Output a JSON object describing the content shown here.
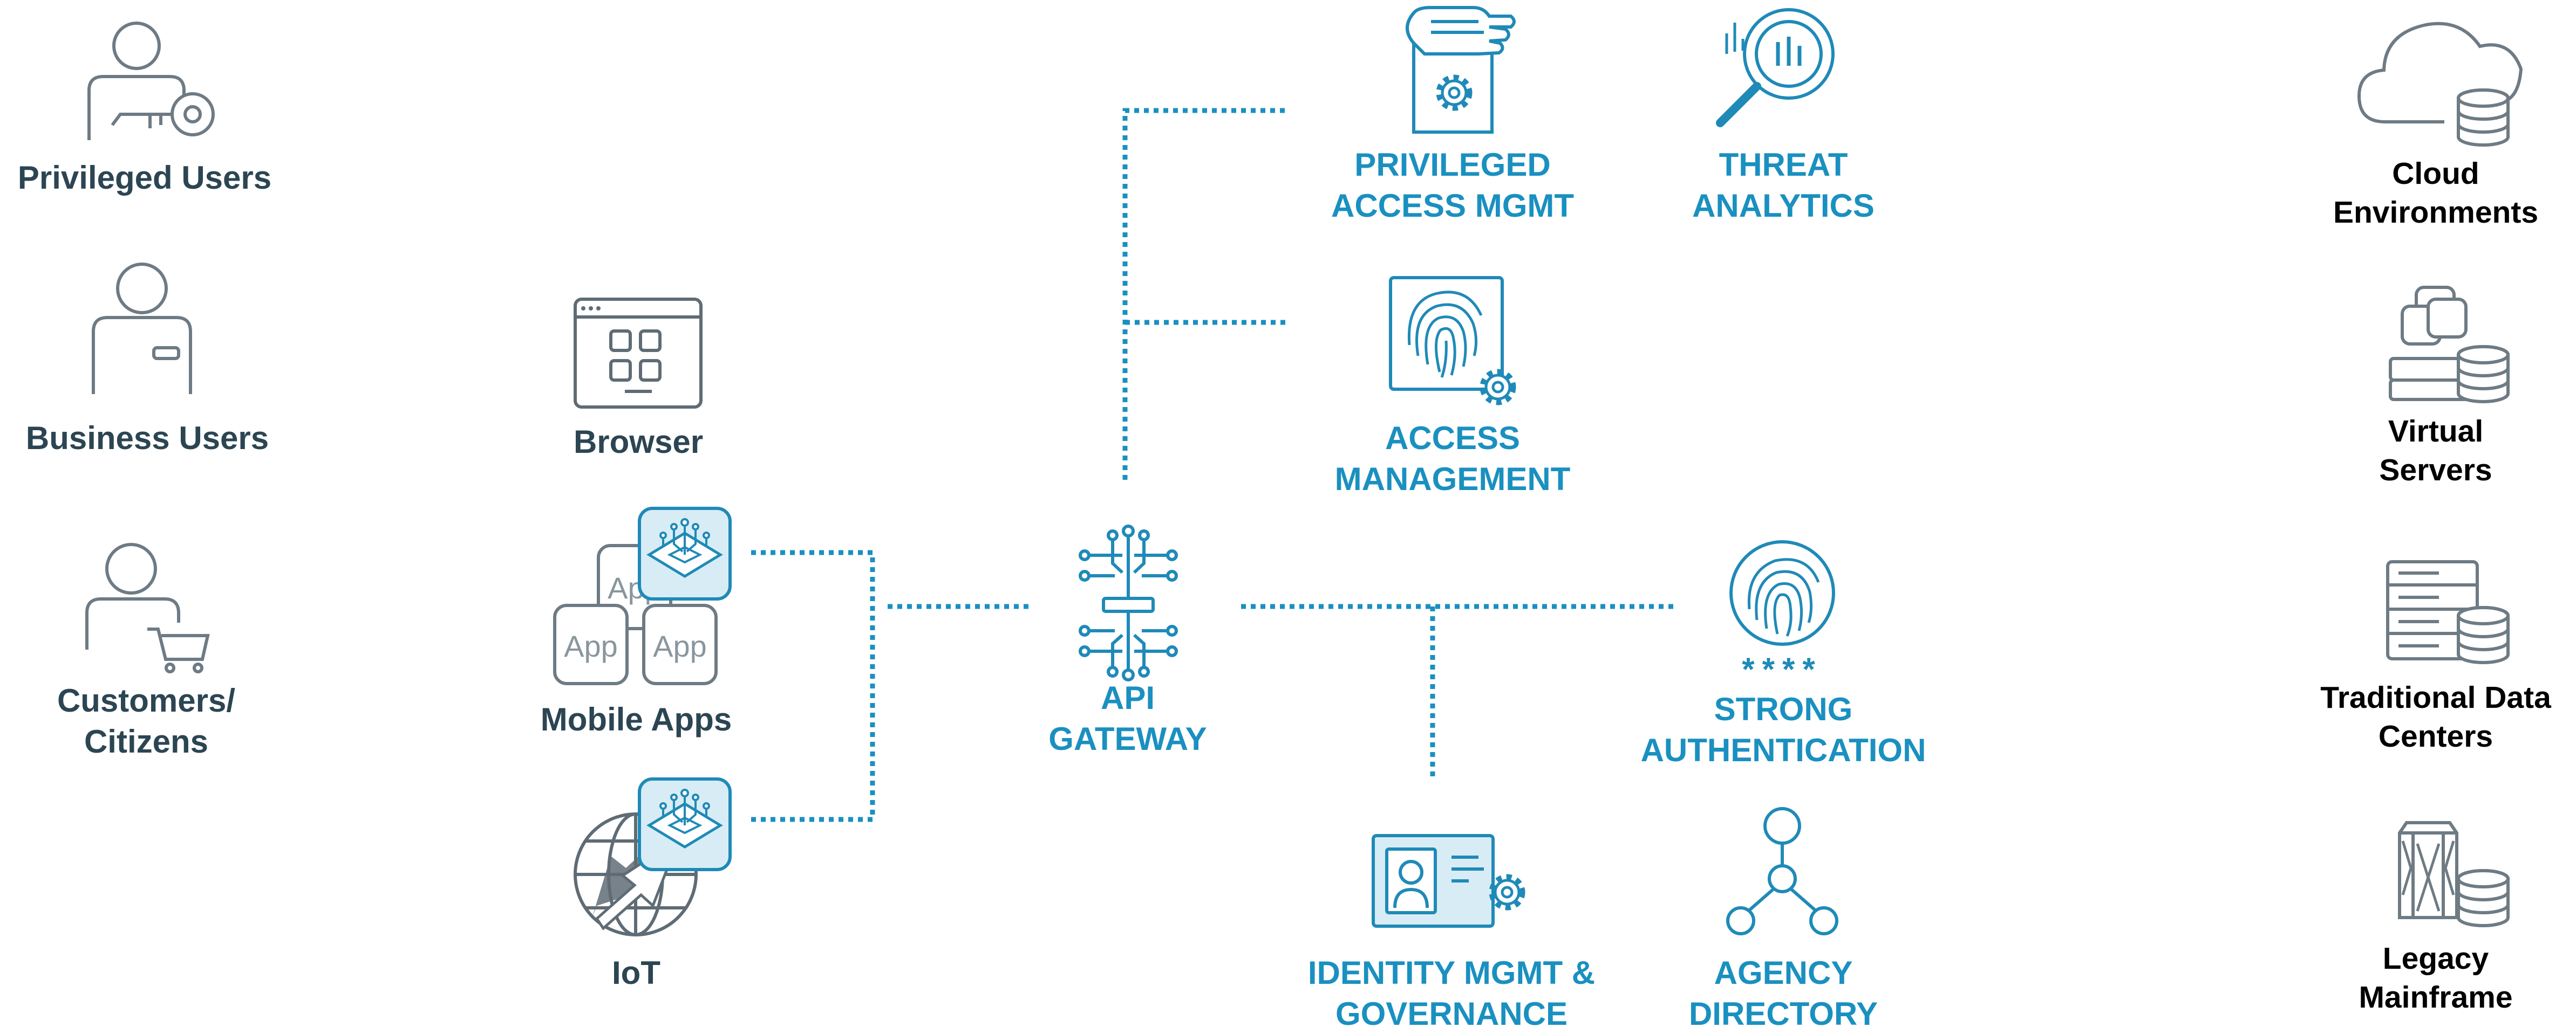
{
  "colors": {
    "accent": "#1a90c0",
    "dark_text": "#2c4553",
    "icon_gray": "#6e7b84",
    "icon_fill_blue": "#d8ecf5"
  },
  "left_users": [
    {
      "lines": [
        "Privileged Users"
      ],
      "icon": "user-with-key-icon"
    },
    {
      "lines": [
        "Business Users"
      ],
      "icon": "user-with-badge-icon"
    },
    {
      "lines": [
        "Customers/",
        "Citizens"
      ],
      "icon": "user-with-cart-icon"
    }
  ],
  "channels": [
    {
      "lines": [
        "Browser"
      ],
      "icon": "browser-window-icon"
    },
    {
      "lines": [
        "Mobile Apps"
      ],
      "icon": "mobile-apps-icon",
      "app_text": "App"
    },
    {
      "lines": [
        "IoT"
      ],
      "icon": "globe-iot-icon"
    }
  ],
  "gateway": {
    "lines": [
      "API",
      "GATEWAY"
    ],
    "icon": "circuit-chip-icon"
  },
  "services": {
    "pam": {
      "lines": [
        "PRIVILEGED",
        "ACCESS MGMT"
      ],
      "icon": "hand-document-gear-icon"
    },
    "threat": {
      "lines": [
        "THREAT",
        "ANALYTICS"
      ],
      "icon": "magnifier-chart-icon"
    },
    "access": {
      "lines": [
        "ACCESS",
        "MANAGEMENT"
      ],
      "icon": "fingerprint-gear-icon"
    },
    "strong_auth": {
      "lines": [
        "STRONG",
        "AUTHENTICATION"
      ],
      "icon": "fingerprint-password-icon",
      "mask": "****"
    },
    "identity": {
      "lines": [
        "IDENTITY MGMT &",
        "GOVERNANCE"
      ],
      "icon": "id-card-gear-icon"
    },
    "directory": {
      "lines": [
        "AGENCY",
        "DIRECTORY"
      ],
      "icon": "hierarchy-nodes-icon"
    }
  },
  "environments": [
    {
      "lines": [
        "Cloud",
        "Environments"
      ],
      "icon": "cloud-database-icon"
    },
    {
      "lines": [
        "Virtual",
        "Servers"
      ],
      "icon": "virtual-server-icon"
    },
    {
      "lines": [
        "Traditional Data",
        "Centers"
      ],
      "icon": "server-rack-icon"
    },
    {
      "lines": [
        "Legacy",
        "Mainframe"
      ],
      "icon": "mainframe-icon"
    }
  ]
}
